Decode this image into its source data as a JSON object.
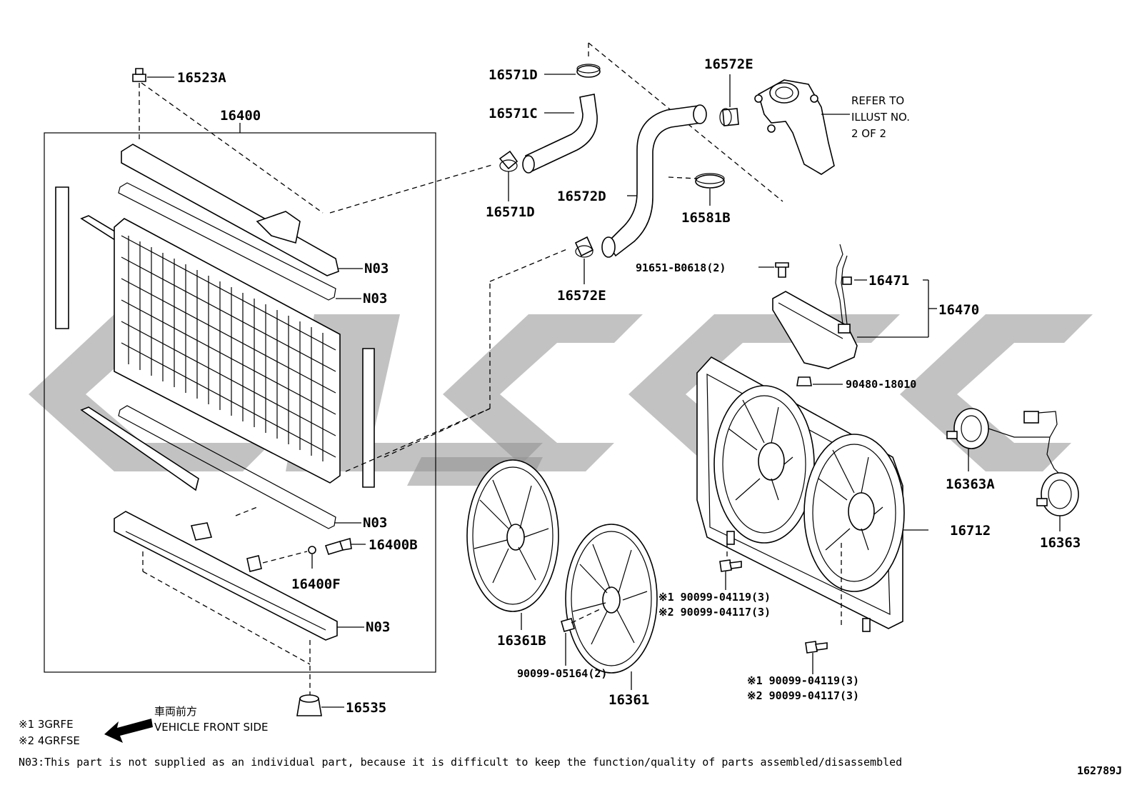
{
  "labels": {
    "p16523A": "16523A",
    "p16400": "16400",
    "n03_a": "N03",
    "n03_b": "N03",
    "n03_c": "N03",
    "n03_d": "N03",
    "p16400B": "16400B",
    "p16400F": "16400F",
    "p16535": "16535",
    "p16571D_top": "16571D",
    "p16571C": "16571C",
    "p16571D_bottom": "16571D",
    "p16572E_top": "16572E",
    "p16572D": "16572D",
    "p16581B": "16581B",
    "p16572E_bottom": "16572E",
    "p91651": "91651-B0618(2)",
    "p16471": "16471",
    "p16470": "16470",
    "p90480": "90480-18010",
    "p16363A": "16363A",
    "p16363": "16363",
    "p16712": "16712",
    "p16361B": "16361B",
    "p16361": "16361",
    "p90099_05164": "90099-05164(2)",
    "bolt_a_1": "※1 90099-04119(3)",
    "bolt_a_2": "※2 90099-04117(3)",
    "bolt_b_1": "※1 90099-04119(3)",
    "bolt_b_2": "※2 90099-04117(3)"
  },
  "refer": {
    "line1": "REFER TO",
    "line2": "ILLUST NO.",
    "line3": "2 OF 2"
  },
  "legend": {
    "jp": "車両前方",
    "en": "VEHICLE FRONT SIDE",
    "note1": "※1 3GRFE",
    "note2": "※2 4GRFSE"
  },
  "footnote": "N03:This part is not supplied as an individual part, because it is difficult to keep the function/quality of parts assembled/disassembled",
  "illustration_id": "162789J"
}
